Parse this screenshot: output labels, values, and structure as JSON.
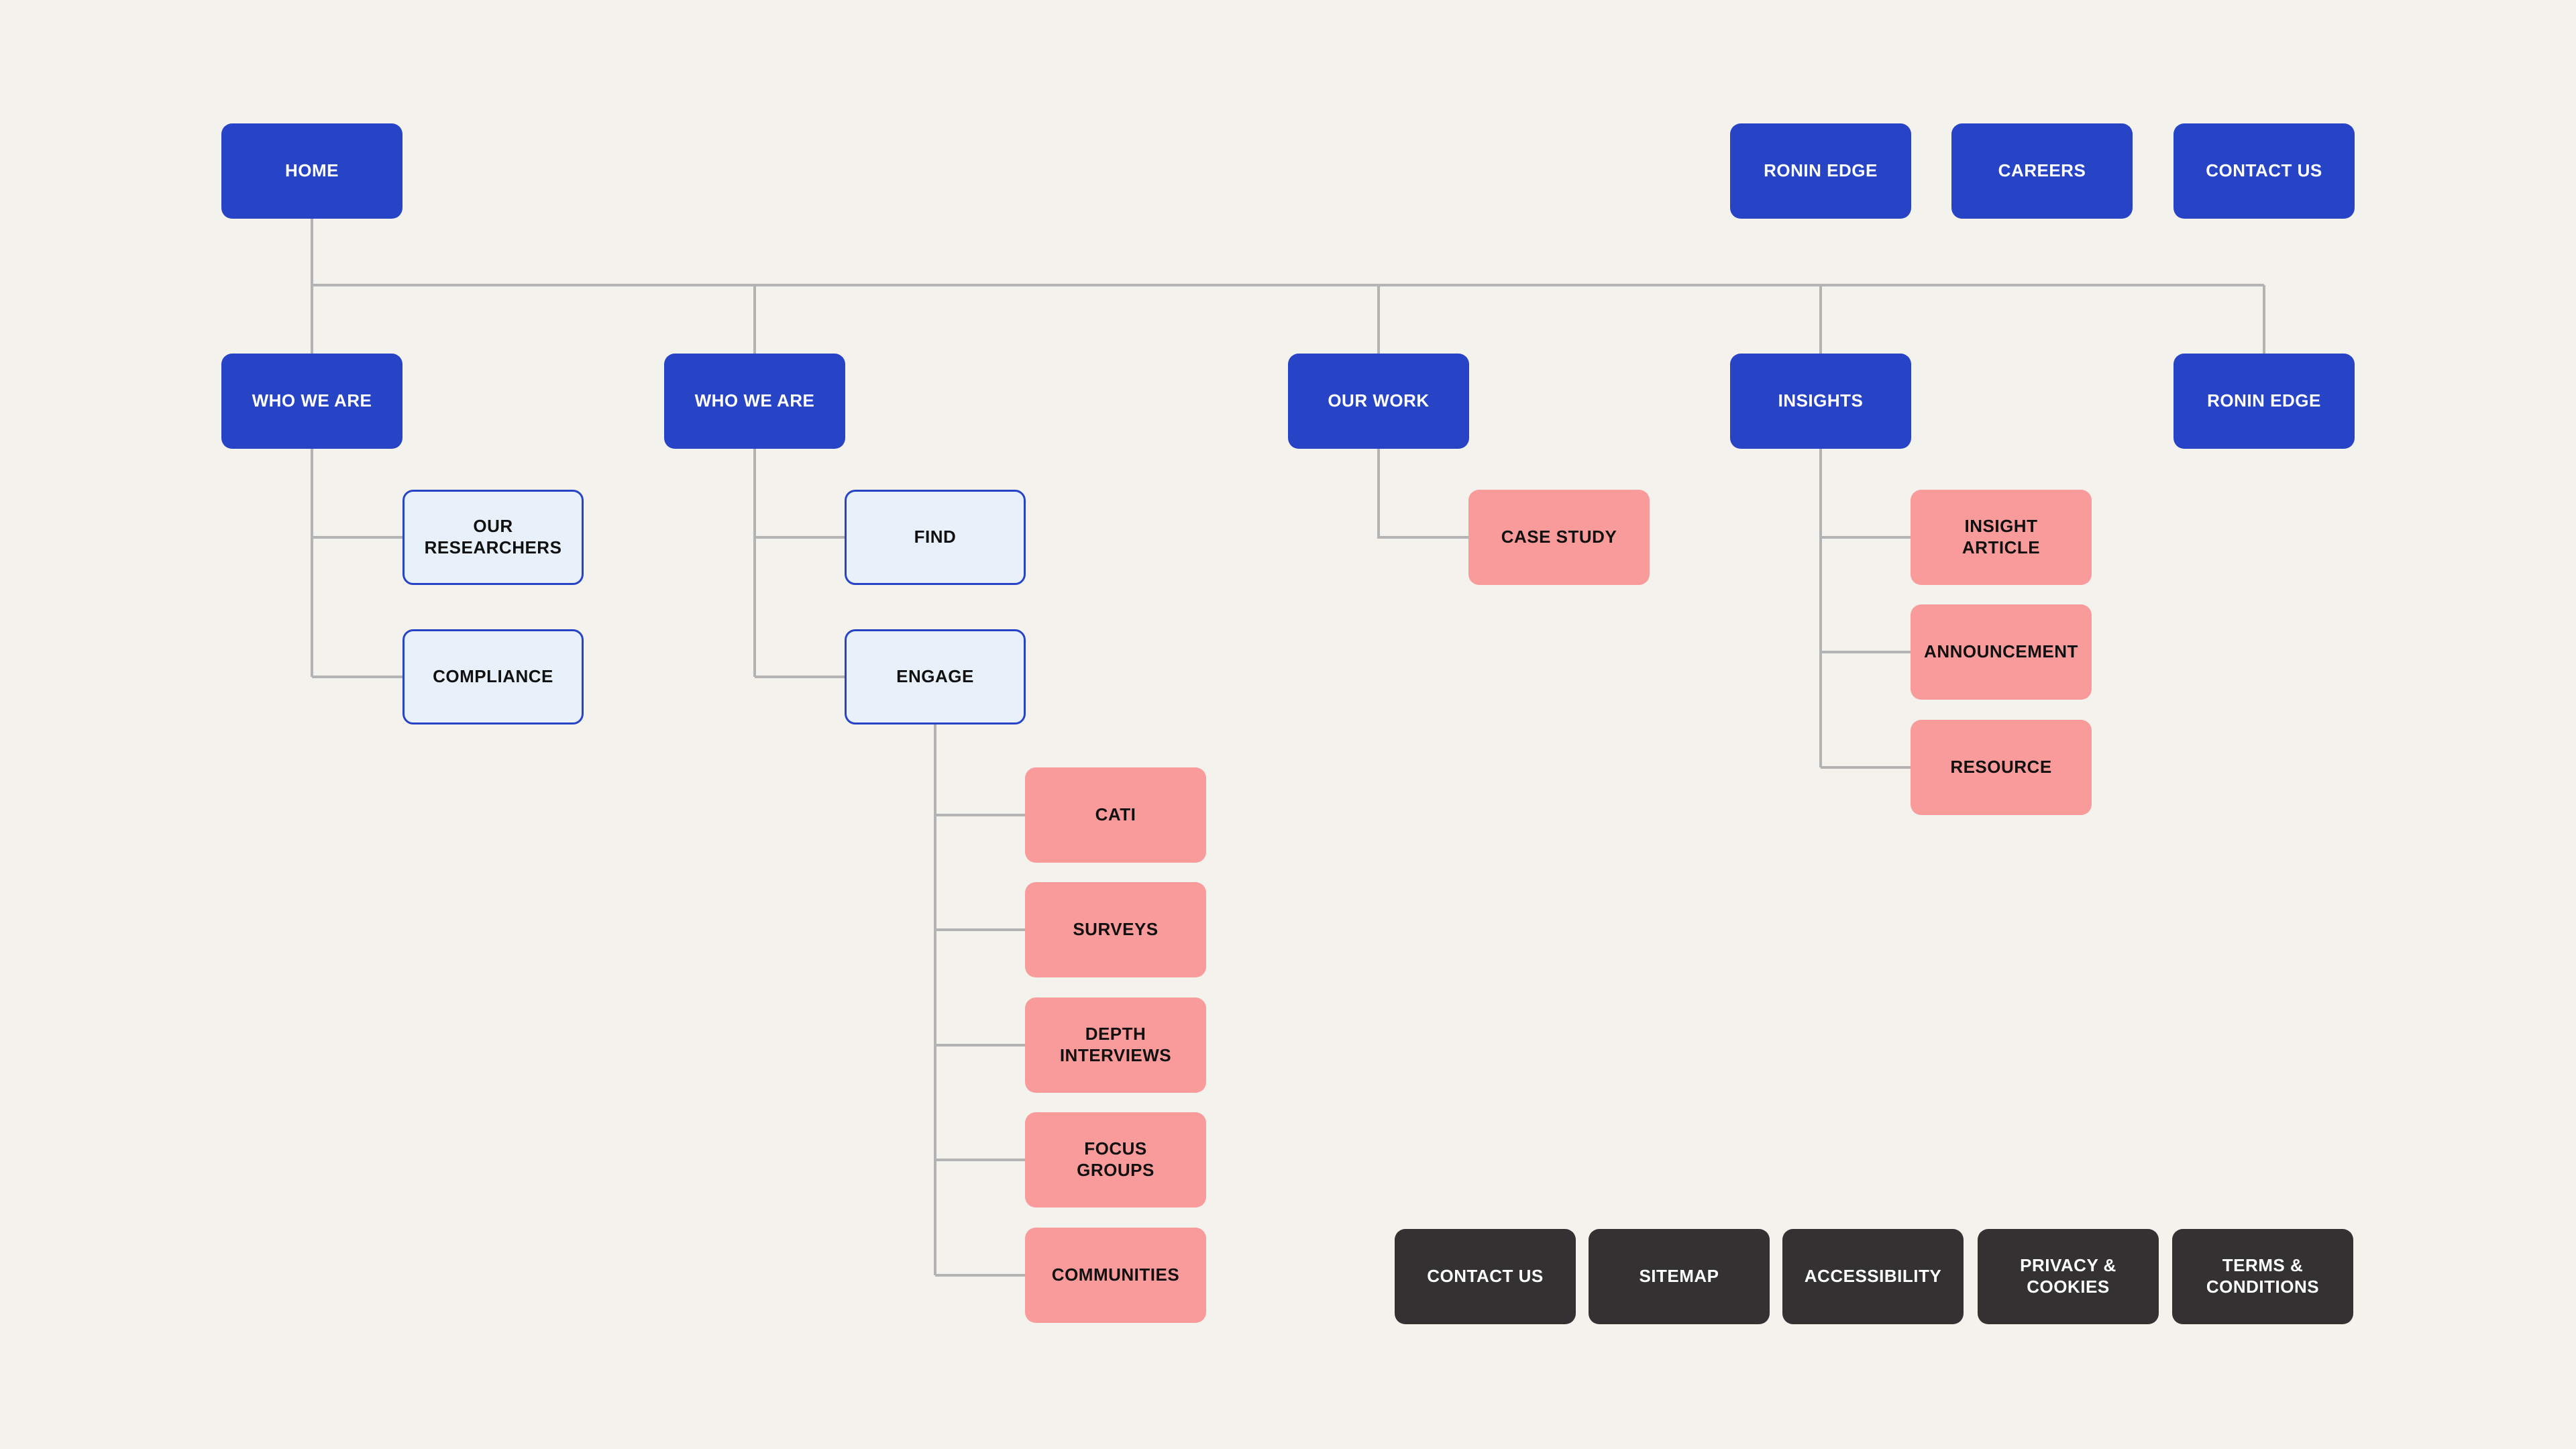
{
  "colors": {
    "background": "#f4f2ed",
    "primary_blue": "#2744c7",
    "light_blue_fill": "#e8f1fa",
    "pink": "#f99b9b",
    "dark_gray": "#333132",
    "connector_gray": "#b3b3b3",
    "text_dark": "#111111",
    "text_light": "#ffffff"
  },
  "sitemap": {
    "home": {
      "label": "HOME"
    },
    "top_right_nav": [
      {
        "label": "RONIN EDGE"
      },
      {
        "label": "CAREERS"
      },
      {
        "label": "CONTACT US"
      }
    ],
    "level2": [
      {
        "label": "WHO WE ARE"
      },
      {
        "label": "WHO WE ARE"
      },
      {
        "label": "OUR WORK"
      },
      {
        "label": "INSIGHTS"
      },
      {
        "label": "RONIN EDGE"
      }
    ],
    "who_we_are_1_children": [
      {
        "label": "OUR RESEARCHERS"
      },
      {
        "label": "COMPLIANCE"
      }
    ],
    "who_we_are_2_children": [
      {
        "label": "FIND"
      },
      {
        "label": "ENGAGE"
      }
    ],
    "engage_children": [
      {
        "label": "CATI"
      },
      {
        "label": "SURVEYS"
      },
      {
        "label": "DEPTH INTERVIEWS"
      },
      {
        "label": "FOCUS GROUPS"
      },
      {
        "label": "COMMUNITIES"
      }
    ],
    "our_work_children": [
      {
        "label": "CASE STUDY"
      }
    ],
    "insights_children": [
      {
        "label": "INSIGHT ARTICLE"
      },
      {
        "label": "ANNOUNCEMENT"
      },
      {
        "label": "RESOURCE"
      }
    ],
    "footer_links": [
      {
        "label": "CONTACT US"
      },
      {
        "label": "SITEMAP"
      },
      {
        "label": "ACCESSIBILITY"
      },
      {
        "label": "PRIVACY & COOKIES"
      },
      {
        "label": "TERMS & CONDITIONS"
      }
    ]
  }
}
